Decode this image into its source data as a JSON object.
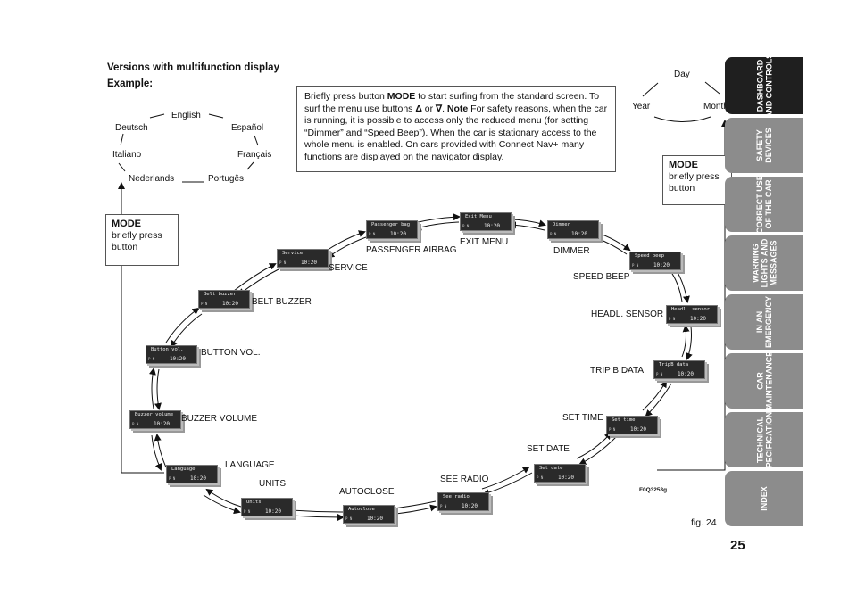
{
  "header": {
    "title": "Versions with multifunction display",
    "example": "Example:"
  },
  "note": {
    "text_pre": "Briefly press button ",
    "mode_word": "MODE",
    "text_mid": " to start surfing from the standard screen. To surf the menu use buttons ",
    "up_symbol": "Δ",
    "or_word": " or ",
    "down_symbol": "∇",
    "dot": ". ",
    "note_word": "Note",
    "text_post": "  For safety reasons, when the car is running, it is possible to access only the reduced menu (for setting “Dimmer” and “Speed Beep”). When the car is stationary access to the whole menu is enabled. On cars provided with Connect Nav+ many functions are displayed on the navigator display."
  },
  "mode_left": {
    "title": "MODE",
    "line1": "briefly press",
    "line2": "button"
  },
  "mode_right": {
    "title": "MODE",
    "line1": "briefly press",
    "line2": "button"
  },
  "languages": {
    "english": "English",
    "deutsch": "Deutsch",
    "espanol": "Español",
    "italiano": "Italiano",
    "francais": "Français",
    "nederlands": "Nederlands",
    "portugues": "Portugês"
  },
  "date_cycle": {
    "day": "Day",
    "year": "Year",
    "month": "Month"
  },
  "menu": {
    "passenger_airbag": {
      "screen": "Passenger bag",
      "label": "PASSENGER AIRBAG"
    },
    "exit_menu": {
      "screen": "Exit Menu",
      "label": "EXIT MENU"
    },
    "dimmer": {
      "screen": "Dimmer",
      "label": "DIMMER"
    },
    "service": {
      "screen": "Service",
      "label": "SERVICE"
    },
    "speed_beep": {
      "screen": "Speed beep",
      "label": "SPEED BEEP"
    },
    "belt_buzzer": {
      "screen": "Belt buzzer",
      "label": "BELT BUZZER"
    },
    "headl_sensor": {
      "screen": "Headl. sensor",
      "label": "HEADL. SENSOR"
    },
    "button_vol": {
      "screen": "Button vol.",
      "label": "BUTTON VOL."
    },
    "trip_b": {
      "screen": "TripB data",
      "label": "TRIP B DATA"
    },
    "buzzer_volume": {
      "screen": "Buzzer volume",
      "label": "BUZZER VOLUME"
    },
    "set_time": {
      "screen": "Set time",
      "label": "SET TIME"
    },
    "set_date": {
      "screen": "Set date",
      "label": "SET DATE"
    },
    "language": {
      "screen": "Language",
      "label": "LANGUAGE"
    },
    "see_radio": {
      "screen": "See radio",
      "label": "SEE RADIO"
    },
    "units": {
      "screen": "Units",
      "label": "UNITS"
    },
    "autoclose": {
      "screen": "Autoclose",
      "label": "AUTOCLOSE"
    }
  },
  "clock": "10:20",
  "screen_icon": "P N",
  "figure": {
    "code": "F0Q3253g",
    "caption": "fig. 24"
  },
  "page_number": "25",
  "tabs": {
    "dashboard": "DASHBOARD\nAND CONTROLS",
    "safety": "SAFETY\nDEVICES",
    "correct_use": "CORRECT USE\nOF THE CAR",
    "warning": "WARNING\nLIGHTS AND\nMESSAGES",
    "emergency": "IN AN\nEMERGENCY",
    "maintenance": "CAR\nMAINTENANCE",
    "technical": "TECHNICAL\nSPECIFICATIONS",
    "index": "INDEX"
  },
  "colors": {
    "tab_active": "#1f1f1f",
    "tab_inactive": "#8c8c8c",
    "display_bg": "#2a2a2a"
  }
}
